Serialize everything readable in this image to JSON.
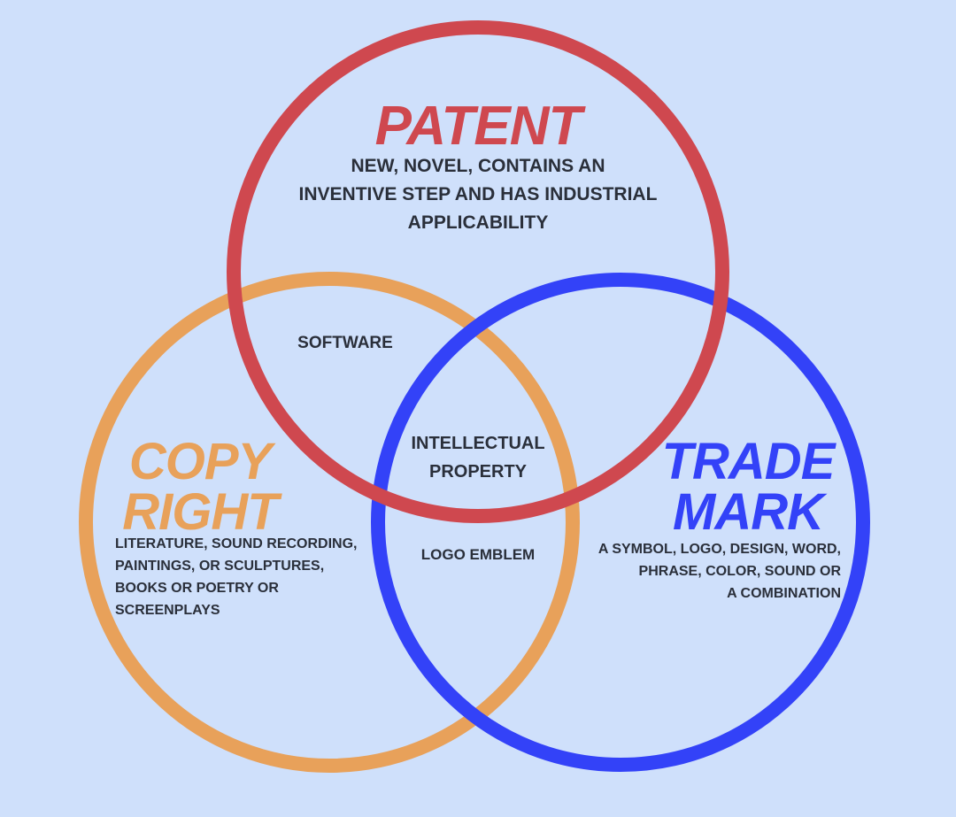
{
  "colors": {
    "background": "#cfe0fb",
    "patent": "#cf484f",
    "copyright": "#e8a15a",
    "trademark": "#3342f8",
    "text": "#2a2f3a"
  },
  "patent": {
    "title": "PATENT",
    "description_lines": [
      "NEW, NOVEL, CONTAINS AN",
      "INVENTIVE STEP AND HAS INDUSTRIAL",
      "APPLICABILITY"
    ]
  },
  "copyright": {
    "title_lines": [
      "COPY",
      "RIGHT"
    ],
    "description_lines": [
      "LITERATURE, SOUND RECORDING,",
      "PAINTINGS, OR SCULPTURES,",
      "BOOKS OR POETRY OR",
      "SCREENPLAYS"
    ]
  },
  "trademark": {
    "title_lines": [
      "TRADE",
      "MARK"
    ],
    "description_lines": [
      "A SYMBOL, LOGO, DESIGN, WORD,",
      "PHRASE, COLOR, SOUND OR",
      "A COMBINATION"
    ]
  },
  "intersections": {
    "patent_copyright": "SOFTWARE",
    "all_three_lines": [
      "INTELLECTUAL",
      "PROPERTY"
    ],
    "copyright_trademark": "LOGO EMBLEM"
  }
}
